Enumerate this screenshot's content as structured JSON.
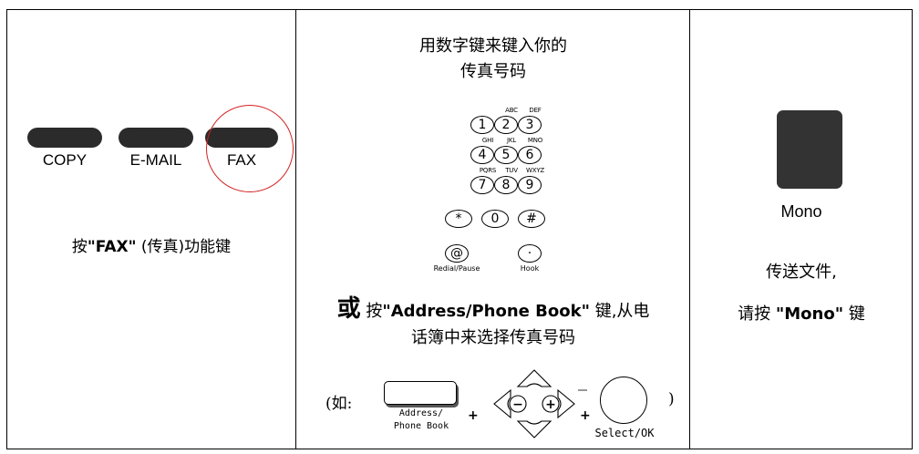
{
  "panel_fax": {
    "buttons": [
      "COPY",
      "E-MAIL",
      "FAX"
    ],
    "caption_pre": "按",
    "caption_key": "\"FAX\"",
    "caption_post": " (传真)功能键"
  },
  "panel_number": {
    "title_line1": "用数字键来键入你的",
    "title_line2": "传真号码",
    "keypad": [
      {
        "key": "1",
        "sub": ""
      },
      {
        "key": "2",
        "sub": "ABC"
      },
      {
        "key": "3",
        "sub": "DEF"
      },
      {
        "key": "4",
        "sub": "GHI"
      },
      {
        "key": "5",
        "sub": "JKL"
      },
      {
        "key": "6",
        "sub": "MNO"
      },
      {
        "key": "7",
        "sub": "PQRS"
      },
      {
        "key": "8",
        "sub": "TUV"
      },
      {
        "key": "9",
        "sub": "WXYZ"
      },
      {
        "key": "*",
        "sub": ""
      },
      {
        "key": "0",
        "sub": ""
      },
      {
        "key": "#",
        "sub": ""
      }
    ],
    "redial_key": "@",
    "redial_label": "Redial/Pause",
    "hook_key": "·",
    "hook_label": "Hook",
    "or_word": "或",
    "or_text_pre": " 按",
    "or_text_key": "\"Address/Phone Book\"",
    "or_text_post": " 键,从电",
    "or_line2": "话簿中来选择传真号码",
    "eg_open": "(如:",
    "eg_close": ")",
    "phonebook_label_1": "Address/",
    "phonebook_label_2": "Phone Book",
    "plus": "+",
    "nav_minus": "−",
    "nav_plus": "+",
    "select_label": "Select/OK"
  },
  "panel_mono": {
    "key_label": "Mono",
    "line1": "传送文件,",
    "line2_pre": "请按 ",
    "line2_key": "\"Mono\"",
    "line2_post": " 键"
  },
  "colors": {
    "highlight": "#d42020",
    "key": "#333333"
  }
}
